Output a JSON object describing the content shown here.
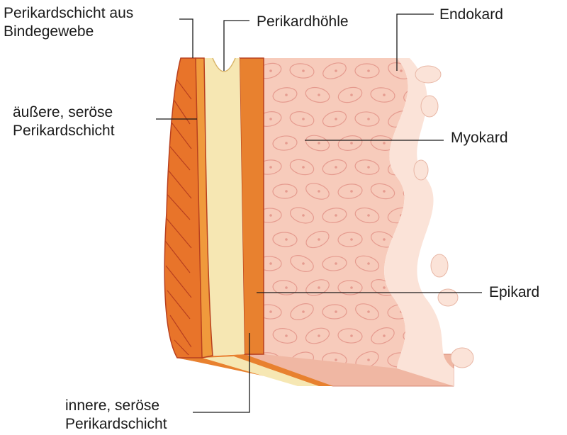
{
  "labels": {
    "pericardium_fibrous": {
      "line1": "Perikardschicht aus",
      "line2": "Bindegewebe"
    },
    "pericardial_cavity": "Perikardhöhle",
    "endocardium": "Endokard",
    "outer_serous": {
      "line1": "äußere, seröse",
      "line2": "Perikardschicht"
    },
    "myocardium": "Myokard",
    "epicardium": "Epikard",
    "inner_serous": {
      "line1": "innere, seröse",
      "line2": "Perikardschicht"
    }
  },
  "colors": {
    "fibrous_layer": "#e8742a",
    "fiber_lines": "#b8401f",
    "cavity": "#f6e7b3",
    "serous_layer": "#e8812f",
    "myocardium": "#f7cbbb",
    "cell_outline": "#e59b8f",
    "endocardium": "#fbe3d8",
    "block_bottom": "#f0b7a3",
    "leader_line": "#1a1a1a"
  }
}
